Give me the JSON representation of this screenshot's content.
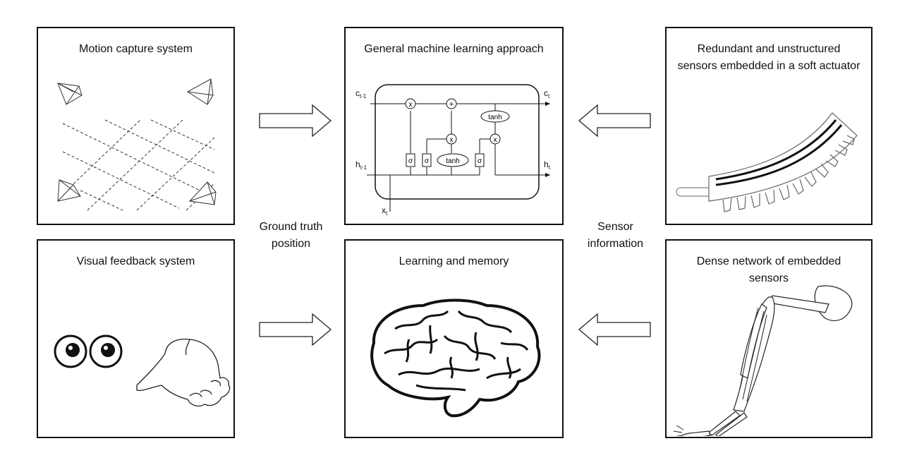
{
  "panels": {
    "motion_capture": {
      "title": "Motion capture system"
    },
    "ml_approach": {
      "title": "General machine learning approach"
    },
    "redundant_sensors": {
      "title": "Redundant and unstructured sensors embedded in a soft actuator"
    },
    "visual_feedback": {
      "title": "Visual feedback system"
    },
    "learning_memory": {
      "title": "Learning and memory"
    },
    "dense_network": {
      "title": "Dense network of embedded sensors"
    }
  },
  "labels": {
    "ground_truth": "Ground truth\nposition",
    "sensor_info": "Sensor\ninformation"
  },
  "lstm": {
    "c_prev": "c",
    "c_prev_sub": "t-1",
    "c_next": "c",
    "c_next_sub": "t",
    "h_prev": "h",
    "h_prev_sub": "t-1",
    "h_next": "h",
    "h_next_sub": "t",
    "x_in": "x",
    "x_in_sub": "t",
    "mult": "x",
    "add": "+",
    "tanh": "tanh",
    "sigma": "σ"
  }
}
